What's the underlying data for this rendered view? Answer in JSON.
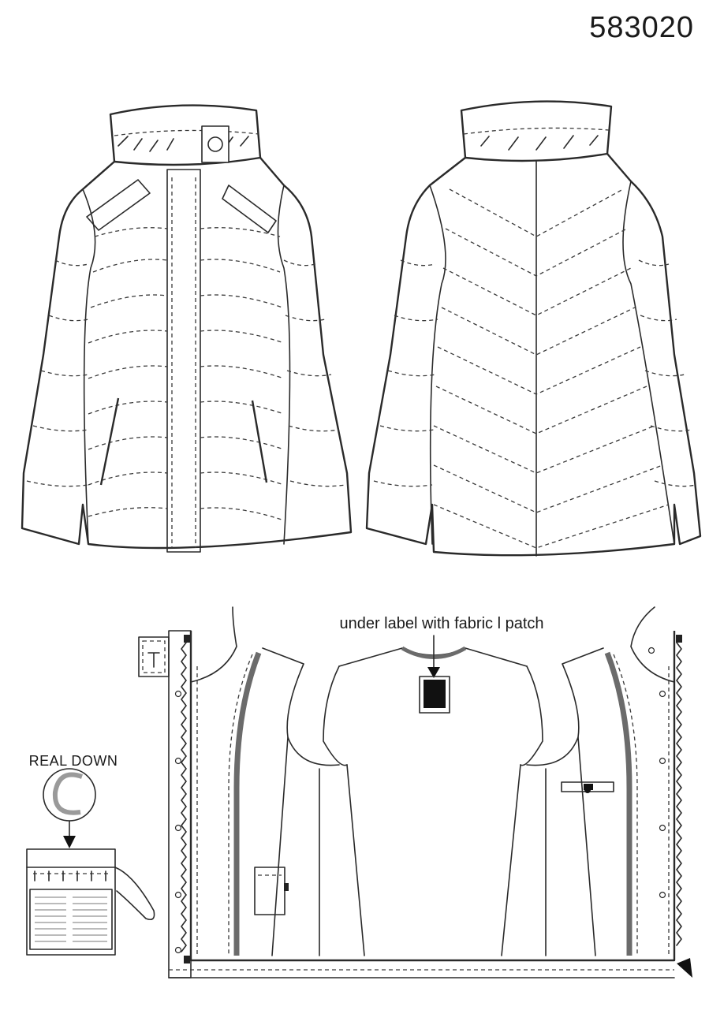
{
  "style_code": "583020",
  "labels": {
    "under_label": "under label with fabric l patch",
    "real_down": "REAL  DOWN"
  },
  "colors": {
    "line": "#2a2a2a",
    "trim": "#6b6b6b",
    "background": "#ffffff"
  }
}
